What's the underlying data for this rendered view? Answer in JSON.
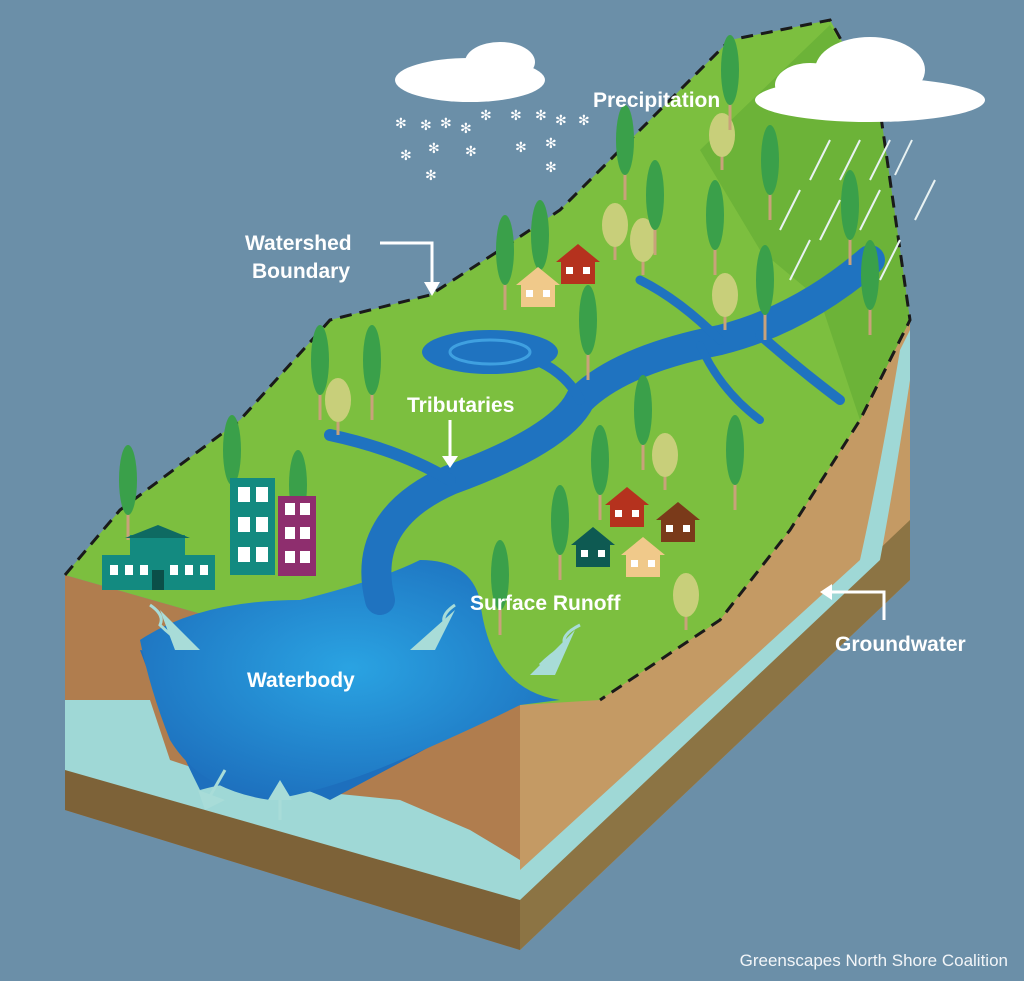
{
  "labels": {
    "precipitation": "Precipitation",
    "watershed_boundary_line1": "Watershed",
    "watershed_boundary_line2": "Boundary",
    "tributaries": "Tributaries",
    "surface_runoff": "Surface Runoff",
    "waterbody": "Waterbody",
    "groundwater": "Groundwater"
  },
  "credit": "Greenscapes North Shore Coalition",
  "colors": {
    "background": "#6b8fa8",
    "land": "#7cbf3f",
    "land_dark": "#5fa832",
    "water": "#1f73c0",
    "water_light": "#2a9ede",
    "soil": "#b07d4e",
    "soil_dark": "#7d6238",
    "groundwater": "#9fd8d6",
    "tree": "#3aa04a",
    "tree_light": "#c8cf7a"
  }
}
